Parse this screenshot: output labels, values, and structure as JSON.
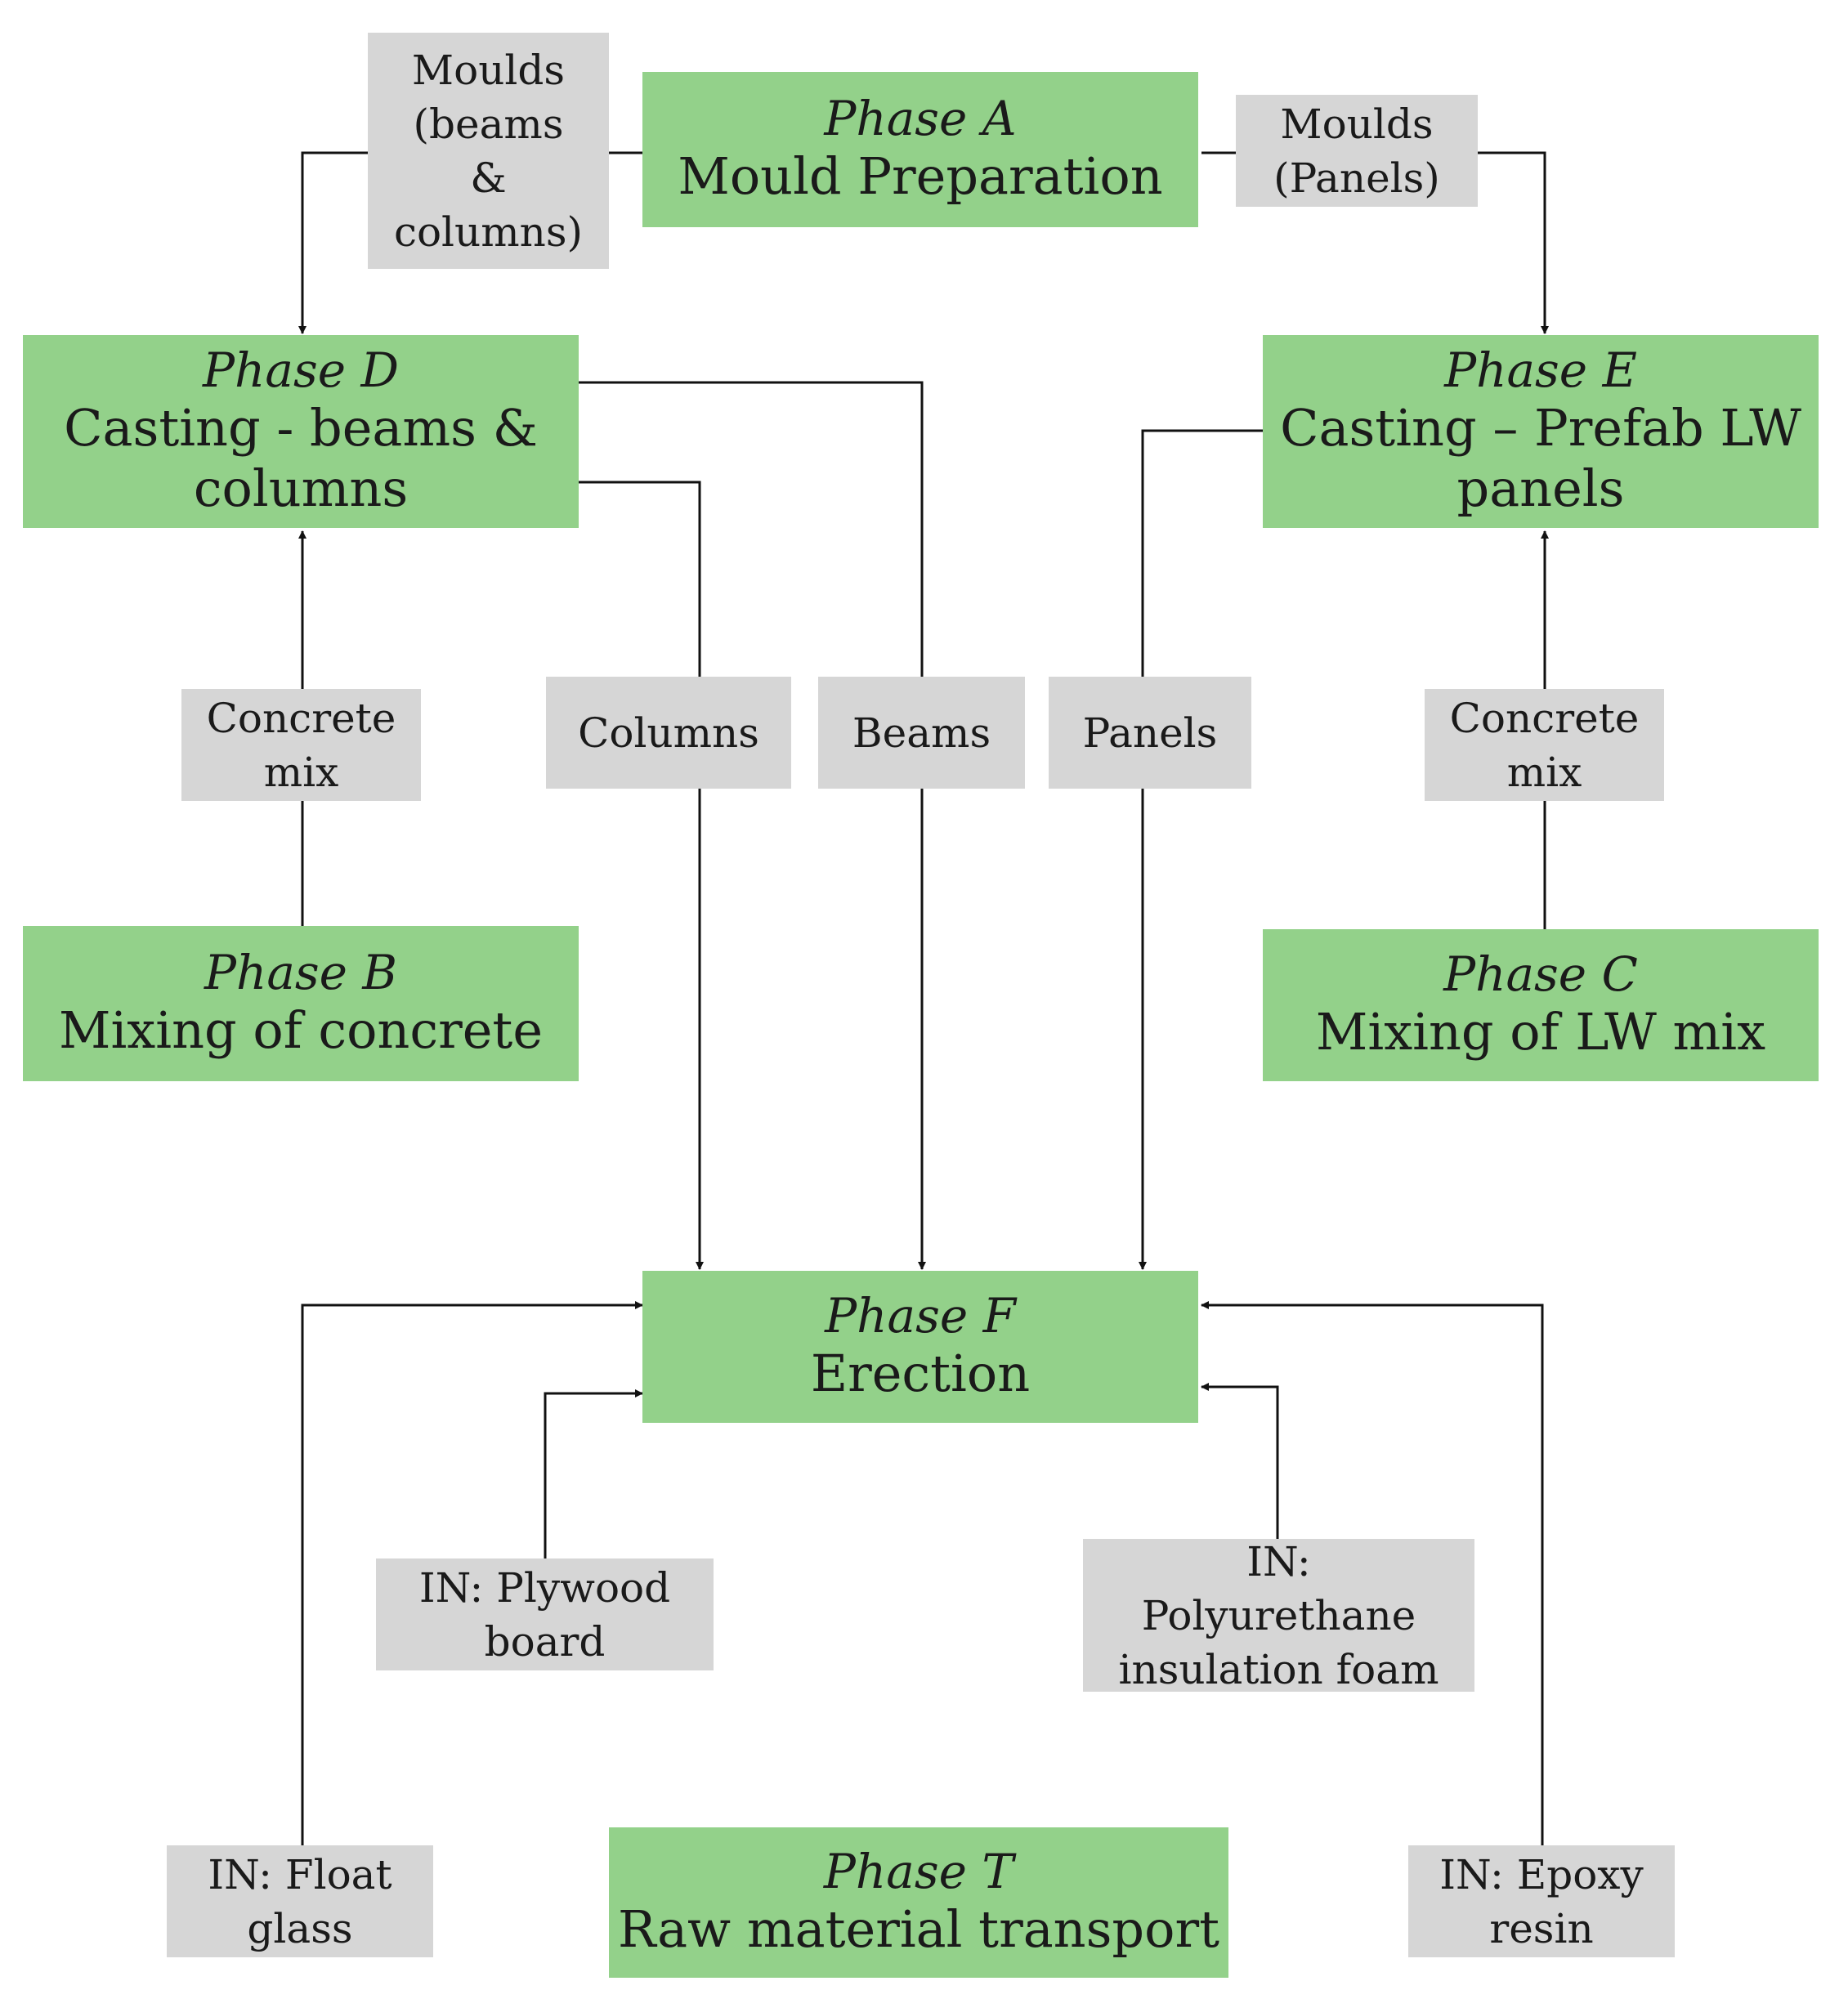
{
  "phases": {
    "A": {
      "name": "Phase A",
      "title": "Mould Preparation"
    },
    "D": {
      "name": "Phase D",
      "title": "Casting  - beams &\ncolumns"
    },
    "E": {
      "name": "Phase E",
      "title": "Casting  – Prefab LW\npanels"
    },
    "B": {
      "name": "Phase B",
      "title": "Mixing of concrete"
    },
    "C": {
      "name": "Phase C",
      "title": "Mixing of LW mix"
    },
    "F": {
      "name": "Phase F",
      "title": "Erection"
    },
    "T": {
      "name": "Phase T",
      "title": "Raw material transport"
    }
  },
  "items": {
    "moulds_beams_columns": "Moulds\n(beams\n&\ncolumns)",
    "moulds_panels": "Moulds\n(Panels)",
    "concrete_mix_left": "Concrete\nmix",
    "concrete_mix_right": "Concrete\nmix",
    "columns": "Columns",
    "beams": "Beams",
    "panels": "Panels",
    "plywood": "IN: Plywood\nboard",
    "polyurethane": "IN:\nPolyurethane\ninsulation  foam",
    "float_glass": "IN: Float\nglass",
    "epoxy": "IN: Epoxy\nresin"
  }
}
